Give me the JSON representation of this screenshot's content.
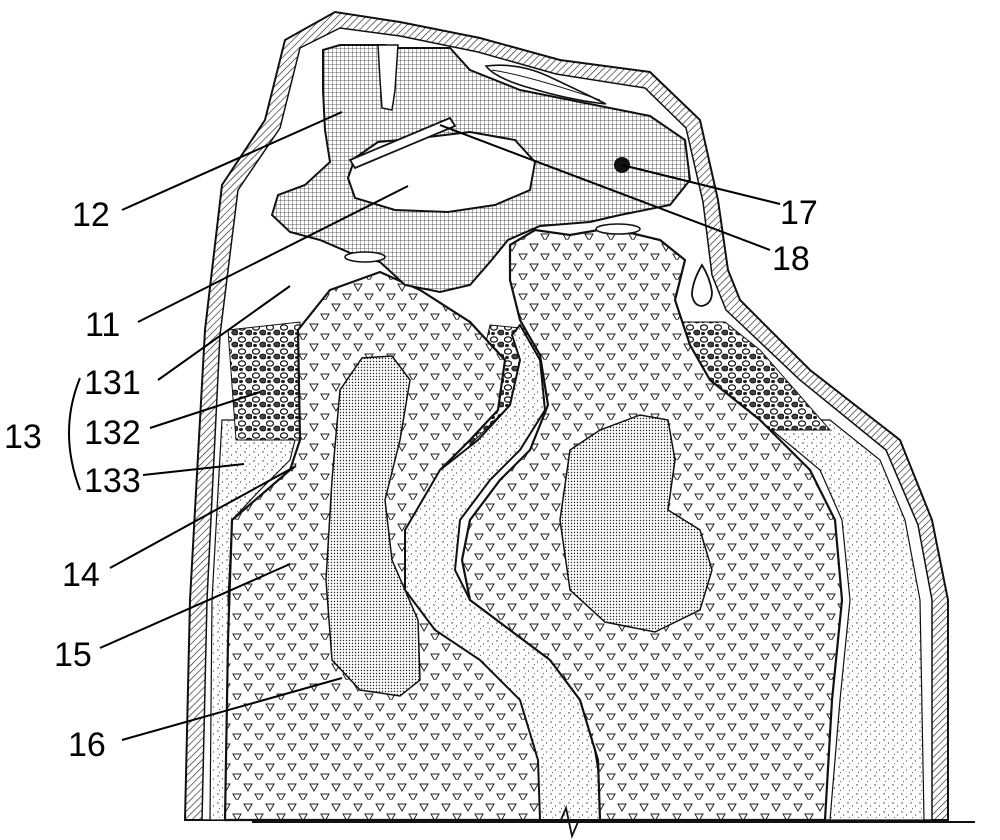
{
  "labels": {
    "l12": "12",
    "l11": "11",
    "l131": "131",
    "l132": "132",
    "l13": "13",
    "l133": "133",
    "l14": "14",
    "l15": "15",
    "l16": "16",
    "l17": "17",
    "l18": "18"
  },
  "colors": {
    "ink": "#111111",
    "background": "#ffffff"
  }
}
